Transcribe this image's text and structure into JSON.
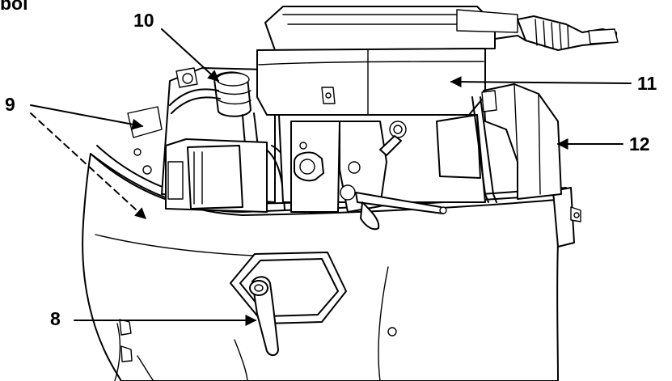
{
  "header_fragment": "bol",
  "callouts": [
    {
      "id": "8",
      "label": "8"
    },
    {
      "id": "9",
      "label": "9"
    },
    {
      "id": "10",
      "label": "10"
    },
    {
      "id": "11",
      "label": "11"
    },
    {
      "id": "12",
      "label": "12"
    }
  ]
}
